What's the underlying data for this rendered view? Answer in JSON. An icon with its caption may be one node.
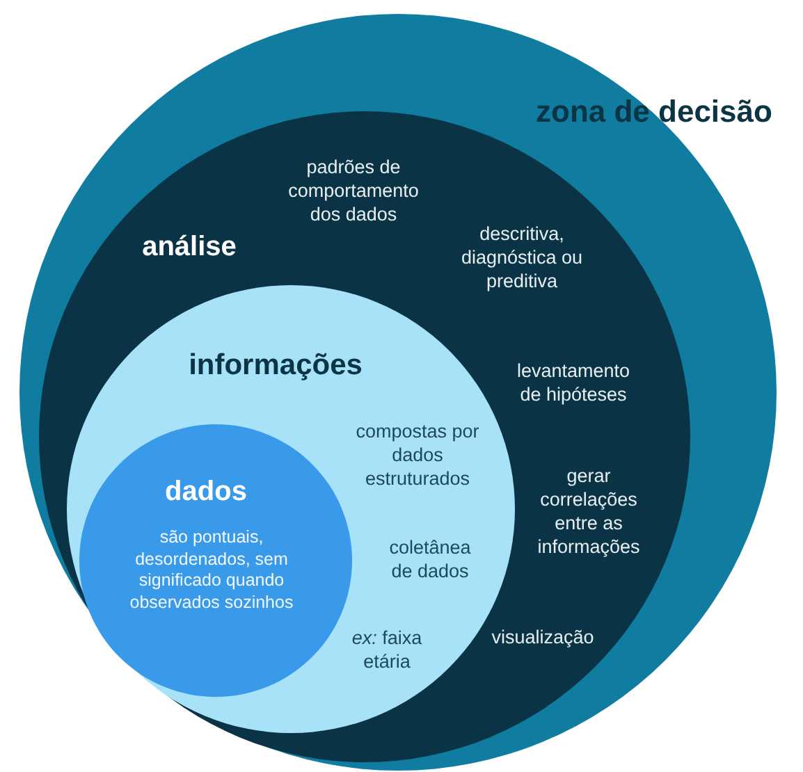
{
  "diagram": {
    "nodes": [
      {
        "text": [
          "zona de decisão"
        ]
      },
      {
        "text": [
          "análise",
          "padrões de comportamento dos dados",
          "descritiva, diagnóstica ou preditiva",
          "levantamento de hipóteses",
          "gerar correlações entre as informações",
          "visualização"
        ],
        "in": 0
      },
      {
        "text": [
          "informações",
          "compostas por dados estruturados",
          "coletânea de dados",
          "*ex:* faixa etária"
        ],
        "in": 1
      },
      {
        "text": [
          "dados",
          "são pontuais, desordenados, sem significado quando observados sozinhos"
        ],
        "in": 2
      }
    ]
  }
}
